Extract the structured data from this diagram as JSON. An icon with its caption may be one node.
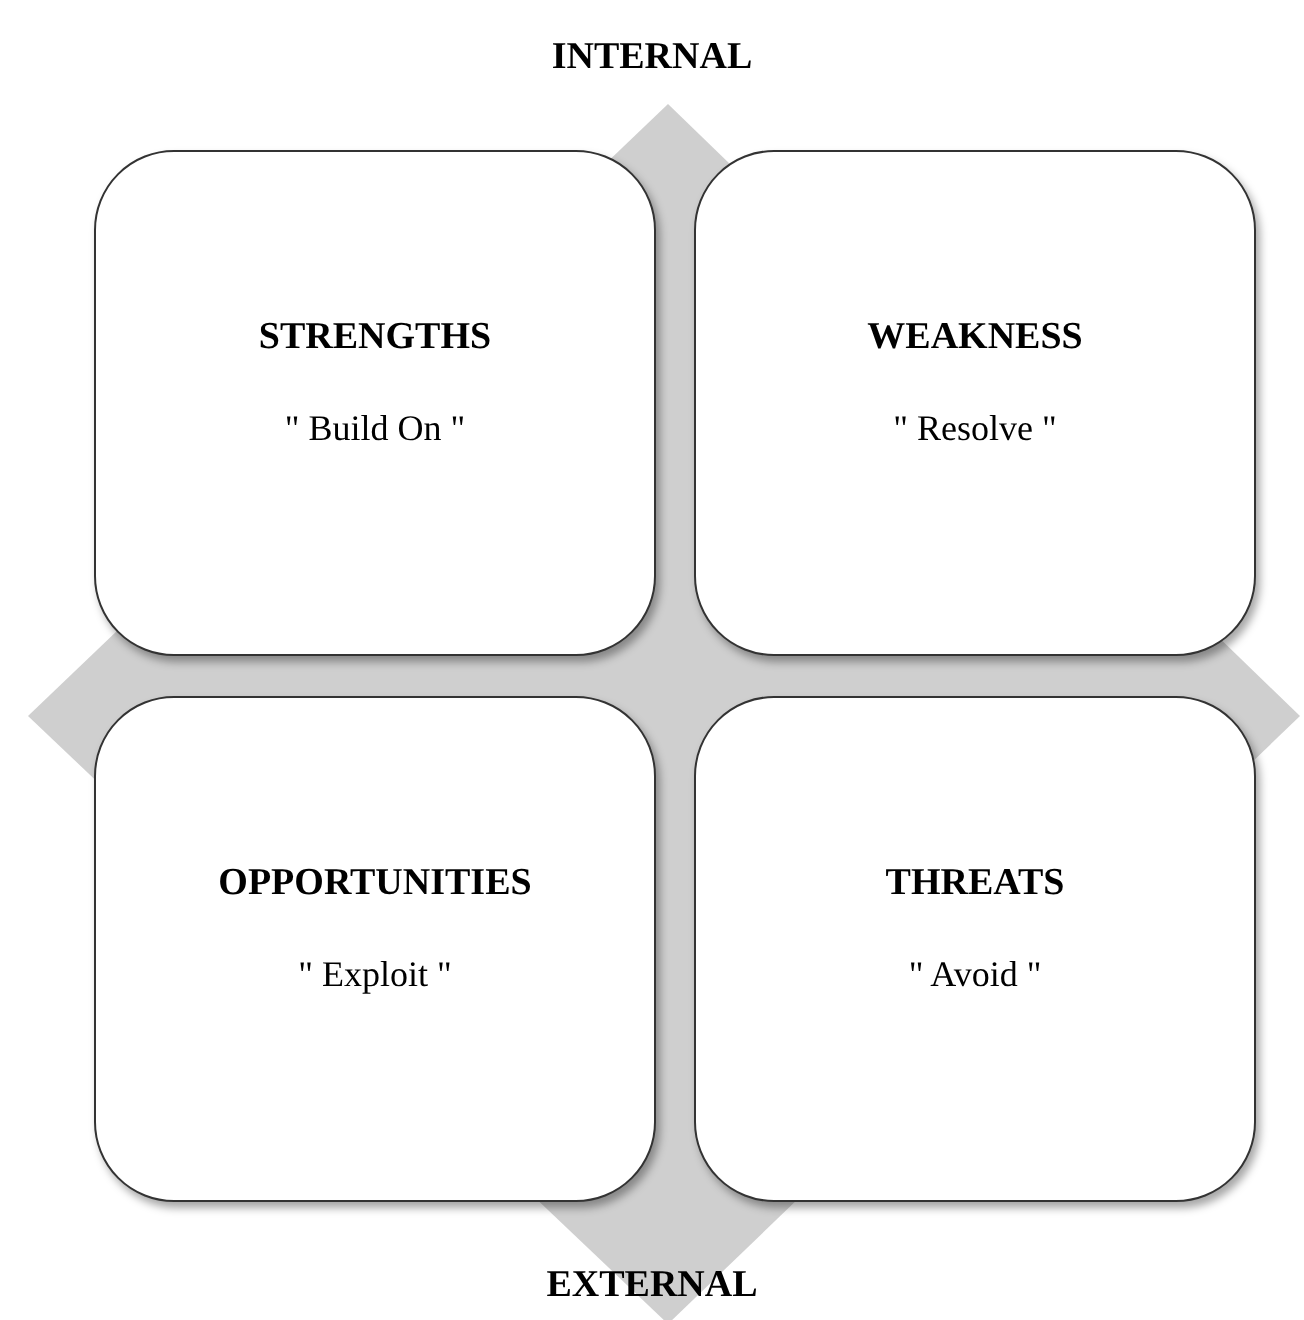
{
  "diagram": {
    "nodes": [
      {
        "text": [
          "STRENGTHS",
          "\" Build On \""
        ]
      },
      {
        "text": [
          "WEAKNESS",
          "\" Resolve \""
        ]
      },
      {
        "text": [
          "OPPORTUNITIES",
          "\" Exploit \""
        ]
      },
      {
        "text": [
          "THREATS",
          "\" Avoid \""
        ]
      }
    ],
    "labels": [
      "INTERNAL",
      "EXTERNAL"
    ]
  }
}
